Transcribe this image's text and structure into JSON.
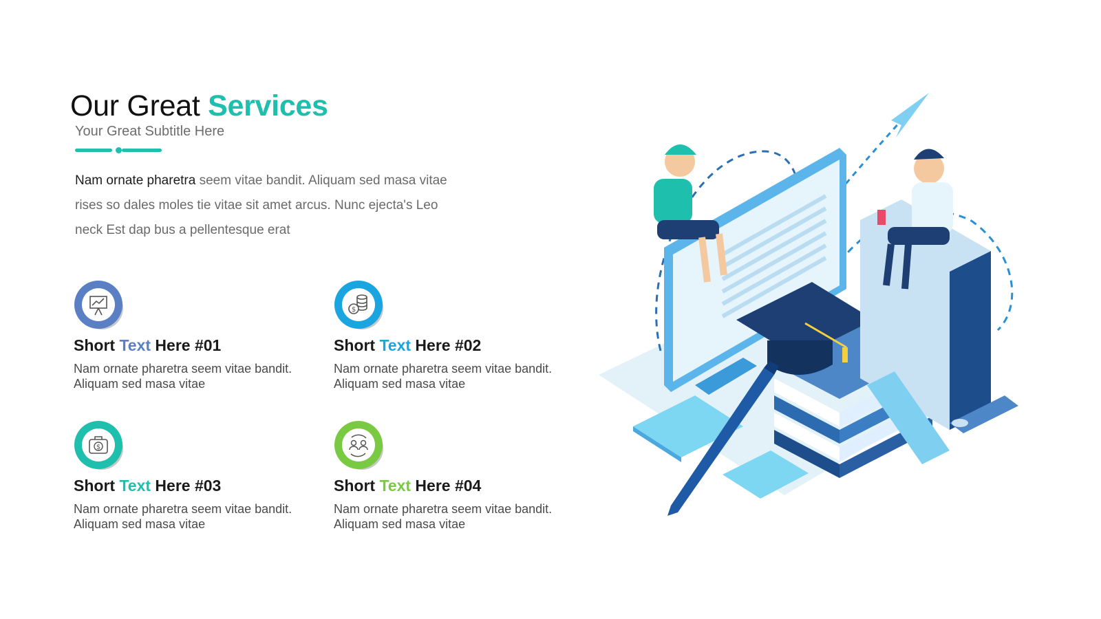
{
  "header": {
    "title_main": "Our Great ",
    "title_accent": "Services",
    "subtitle": "Your Great Subtitle Here"
  },
  "intro": {
    "lead": "Nam ornate pharetra",
    "rest": " seem vitae bandit. Aliquam sed masa vitae rises so dales moles tie vitae sit amet arcus. Nunc ejecta's Leo neck Est dap bus a pellentesque erat"
  },
  "colors": {
    "accent": "#1fbfad",
    "card1": "#5b7fc4",
    "card2": "#1ba5e0",
    "card3": "#1fbfad",
    "card4": "#7ac943"
  },
  "services": [
    {
      "before": "Short ",
      "highlight": "Text",
      "after": " Here #01",
      "desc": "Nam ornate pharetra seem vitae bandit. Aliquam sed masa vitae",
      "icon": "presentation-board-icon"
    },
    {
      "before": "Short ",
      "highlight": "Text",
      "after": " Here #02",
      "desc": "Nam ornate pharetra seem vitae bandit. Aliquam sed masa vitae",
      "icon": "coin-stack-icon"
    },
    {
      "before": "Short ",
      "highlight": "Text",
      "after": " Here #03",
      "desc": "Nam ornate pharetra seem vitae bandit. Aliquam sed masa vitae",
      "icon": "money-briefcase-icon"
    },
    {
      "before": "Short ",
      "highlight": "Text",
      "after": " Here #04",
      "desc": "Nam ornate pharetra seem vitae bandit. Aliquam sed masa vitae",
      "icon": "team-exchange-icon"
    }
  ]
}
